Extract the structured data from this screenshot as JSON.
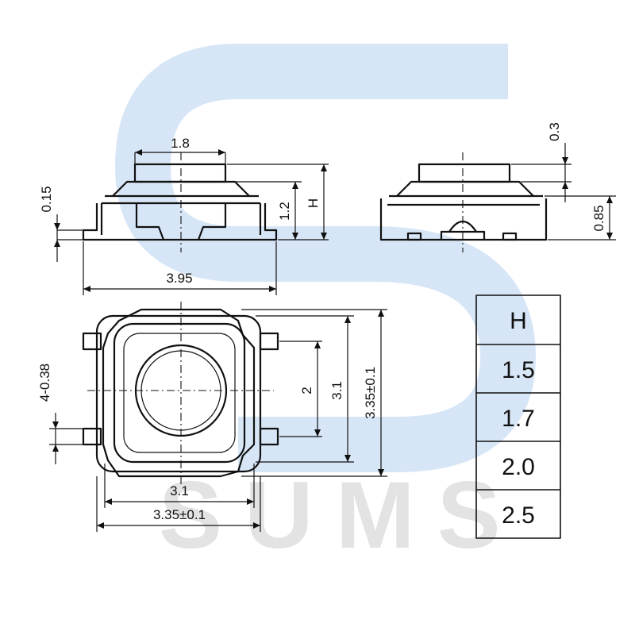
{
  "watermark": {
    "text": "SUMS",
    "color": "#d7e6f7"
  },
  "dimensions": {
    "top_width": "1.8",
    "left_height_small": "0.15",
    "height_1_2": "1.2",
    "height_h": "H",
    "body_width": "3.95",
    "right_top": "0.3",
    "right_height": "0.85",
    "pitch": "4-0.38",
    "inner_2": "2",
    "inner_3_1_v": "3.1",
    "outer_v": "3.35±0.1",
    "inner_3_1_h": "3.1",
    "outer_h": "3.35±0.1"
  },
  "table": {
    "header": "H",
    "rows": [
      "1.5",
      "1.7",
      "2.0",
      "2.5"
    ]
  }
}
